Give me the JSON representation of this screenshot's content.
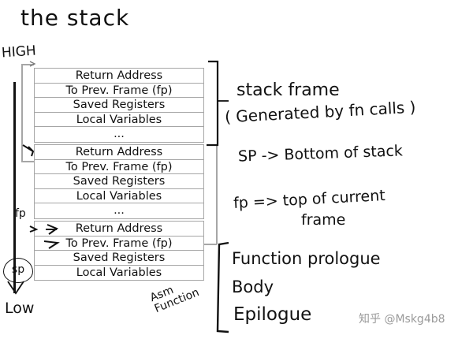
{
  "title": "the stack",
  "axis": {
    "high_label": "HIGH",
    "low_label": "Low",
    "fp_label": "fp",
    "sp_label": "sp"
  },
  "frames": [
    {
      "rows": [
        "Return Address",
        "To Prev. Frame (fp)",
        "Saved Registers",
        "Local Variables",
        "..."
      ]
    },
    {
      "rows": [
        "Return Address",
        "To Prev. Frame (fp)",
        "Saved Registers",
        "Local Variables",
        "..."
      ]
    },
    {
      "rows": [
        "Return Address",
        "To Prev. Frame (fp)",
        "Saved Registers",
        "Local Variables"
      ]
    }
  ],
  "annotations": {
    "stack_frame_line1": "stack frame",
    "stack_frame_line2": "( Generated by fn calls )",
    "sp_note": "SP -> Bottom of stack",
    "fp_note_line1": "fp => top of current",
    "fp_note_line2": "frame",
    "asm_function_line1": "Asm",
    "asm_function_line2": "Function",
    "function_parts": [
      "Function prologue",
      "Body",
      "Epilogue"
    ]
  },
  "watermark": "知乎 @Mskg4b8"
}
